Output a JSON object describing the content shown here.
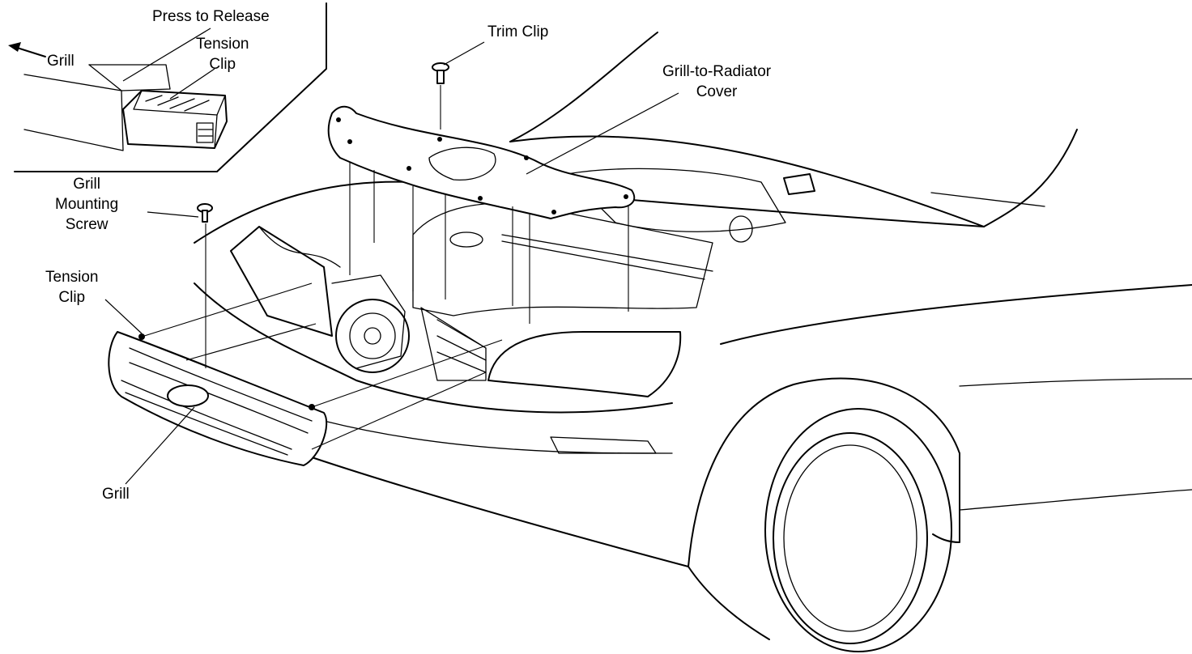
{
  "labels": {
    "press_to_release": "Press to Release",
    "inset_grill": "Grill",
    "inset_tension_clip": "Tension\nClip",
    "trim_clip": "Trim Clip",
    "grill_to_radiator_cover": "Grill-to-Radiator\nCover",
    "grill_mounting_screw": "Grill\nMounting\nScrew",
    "tension_clip": "Tension\nClip",
    "grill": "Grill"
  },
  "colors": {
    "ink": "#000000",
    "paper": "#ffffff"
  }
}
